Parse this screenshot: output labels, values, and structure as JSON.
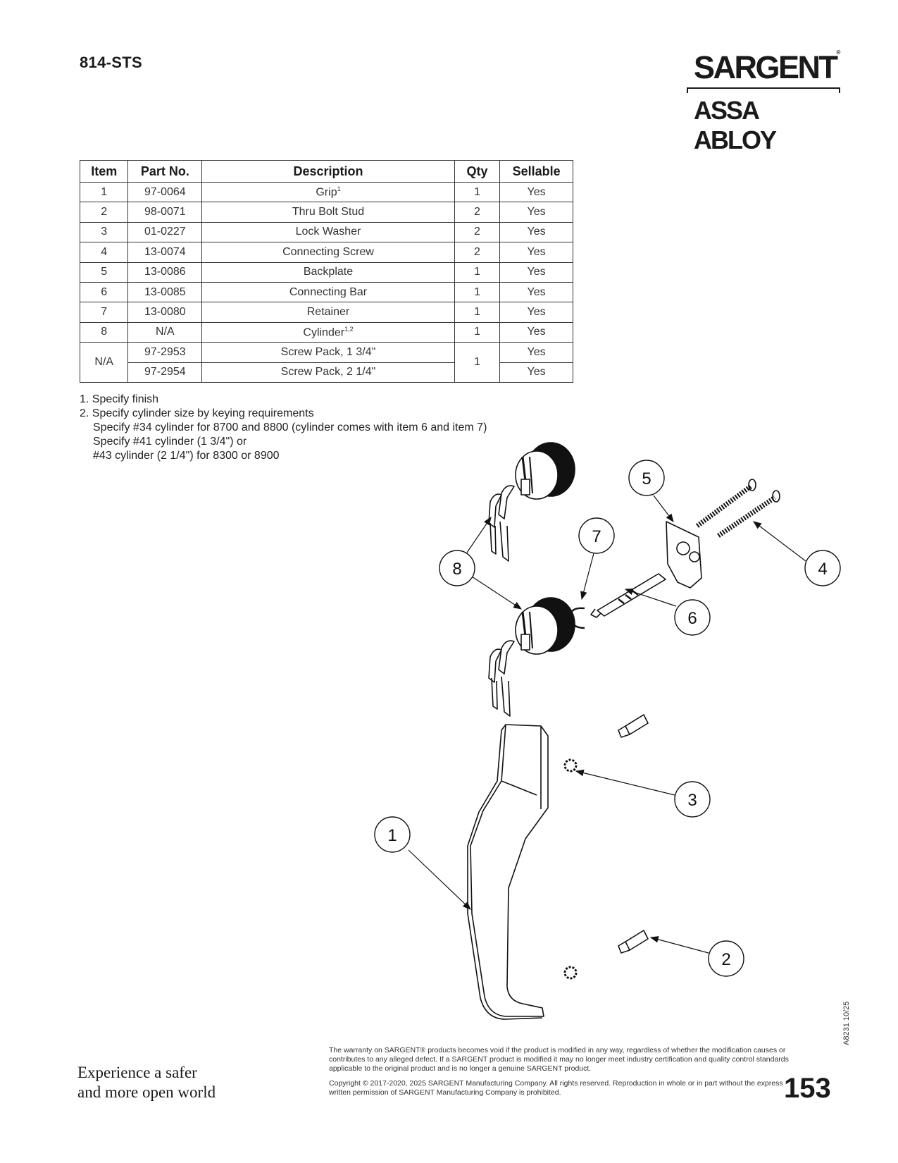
{
  "header": {
    "model": "814-STS",
    "logo_brand": "SARGENT",
    "logo_reg": "®",
    "logo_parent": "ASSA ABLOY"
  },
  "table": {
    "headers": [
      "Item",
      "Part No.",
      "Description",
      "Qty",
      "Sellable"
    ],
    "rows": [
      {
        "item": "1",
        "part": "97-0064",
        "desc": "Grip",
        "sup": "1",
        "qty": "1",
        "sellable": "Yes"
      },
      {
        "item": "2",
        "part": "98-0071",
        "desc": "Thru Bolt Stud",
        "sup": "",
        "qty": "2",
        "sellable": "Yes"
      },
      {
        "item": "3",
        "part": "01-0227",
        "desc": "Lock Washer",
        "sup": "",
        "qty": "2",
        "sellable": "Yes"
      },
      {
        "item": "4",
        "part": "13-0074",
        "desc": "Connecting Screw",
        "sup": "",
        "qty": "2",
        "sellable": "Yes"
      },
      {
        "item": "5",
        "part": "13-0086",
        "desc": "Backplate",
        "sup": "",
        "qty": "1",
        "sellable": "Yes"
      },
      {
        "item": "6",
        "part": "13-0085",
        "desc": "Connecting Bar",
        "sup": "",
        "qty": "1",
        "sellable": "Yes"
      },
      {
        "item": "7",
        "part": "13-0080",
        "desc": "Retainer",
        "sup": "",
        "qty": "1",
        "sellable": "Yes"
      },
      {
        "item": "8",
        "part": "N/A",
        "desc": "Cylinder",
        "sup": "1,2",
        "qty": "1",
        "sellable": "Yes"
      }
    ],
    "screw_pack": {
      "item": "N/A",
      "qty": "1",
      "rows": [
        {
          "part": "97-2953",
          "desc": "Screw Pack, 1 3/4\"",
          "sellable": "Yes"
        },
        {
          "part": "97-2954",
          "desc": "Screw Pack, 2 1/4\"",
          "sellable": "Yes"
        }
      ]
    }
  },
  "notes": [
    "1. Specify finish",
    "2. Specify cylinder size by keying requirements",
    "Specify #34 cylinder for 8700 and 8800 (cylinder comes with item 6 and item 7)",
    "Specify #41 cylinder (1 3/4\") or",
    "#43 cylinder (2 1/4\") for 8300 or 8900"
  ],
  "callouts": [
    "1",
    "2",
    "3",
    "4",
    "5",
    "6",
    "7",
    "8"
  ],
  "footer": {
    "tagline_line1": "Experience a safer",
    "tagline_line2": "and more open world",
    "warranty": "The warranty on SARGENT® products becomes void if the product is modified in any way, regardless of whether the modification causes or contributes to any alleged defect. If a SARGENT product is modified it may no longer meet industry certification and quality control standards applicable to the original product and is no longer a genuine SARGENT product.",
    "copyright": "Copyright © 2017-2020, 2025 SARGENT Manufacturing Company. All rights reserved. Reproduction in whole or in part without the express written permission of SARGENT Manufacturing Company is prohibited.",
    "page_number": "153",
    "doc_code": "A8231  10/25"
  }
}
